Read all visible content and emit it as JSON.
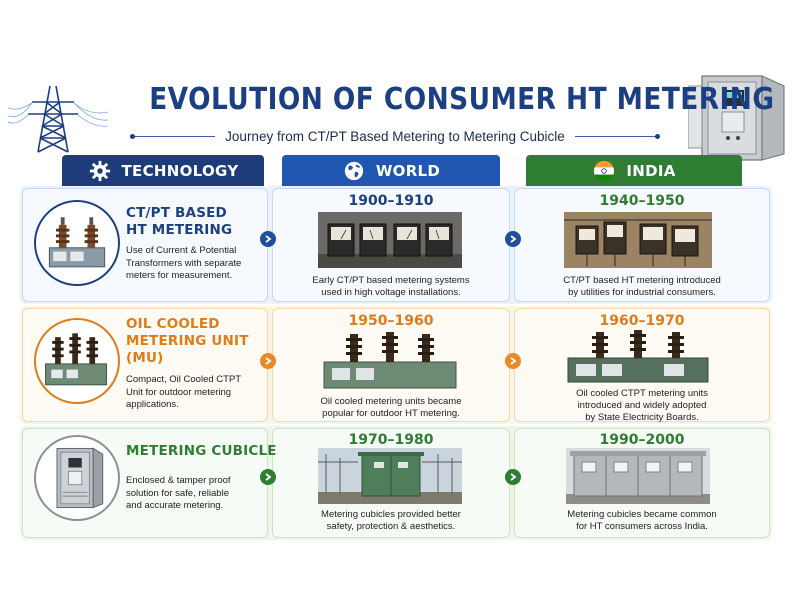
{
  "header": {
    "title": "EVOLUTION OF CONSUMER HT METERING",
    "subtitle": "Journey from CT/PT Based Metering to Metering Cubicle"
  },
  "columns": [
    {
      "label": "TECHNOLOGY",
      "icon": "gear-icon",
      "color": "#1f3c7a"
    },
    {
      "label": "WORLD",
      "icon": "globe-icon",
      "color": "#2157b0"
    },
    {
      "label": "INDIA",
      "icon": "india-flag-icon",
      "color": "#2e7d32"
    }
  ],
  "rows": [
    {
      "technology": {
        "heading_lines": [
          "CT/PT BASED",
          "HT METERING"
        ],
        "description_lines": [
          "Use of Current & Potential",
          "Transformers with separate",
          "meters for measurement."
        ],
        "color": "#1b3f80"
      },
      "world": {
        "years": "1900–1910",
        "caption_lines": [
          "Early CT/PT based metering systems",
          "used in high voltage installations."
        ]
      },
      "india": {
        "years": "1940–1950",
        "caption_lines": [
          "CT/PT based HT metering introduced",
          "by utilities for industrial consumers."
        ]
      },
      "accent": "#1f4e9a"
    },
    {
      "technology": {
        "heading_lines": [
          "OIL COOLED",
          "METERING UNIT",
          "(MU)"
        ],
        "description_lines": [
          "Compact, Oil Cooled CTPT",
          "Unit for outdoor metering",
          "applications."
        ],
        "color": "#e07b1a"
      },
      "world": {
        "years": "1950–1960",
        "caption_lines": [
          "Oil cooled metering units became",
          "popular for outdoor HT metering."
        ]
      },
      "india": {
        "years": "1960–1970",
        "caption_lines": [
          "Oil cooled CTPT metering units",
          "introduced and widely adopted",
          "by State Electricity Boards."
        ]
      },
      "accent": "#e8892a"
    },
    {
      "technology": {
        "heading_lines": [
          "METERING CUBICLE"
        ],
        "description_lines": [
          "Enclosed & tamper proof",
          "solution for safe, reliable",
          "and accurate metering."
        ],
        "color": "#2e7d32"
      },
      "world": {
        "years": "1970–1980",
        "caption_lines": [
          "Metering cubicles provided better",
          "safety, protection & aesthetics."
        ]
      },
      "india": {
        "years": "1990–2000",
        "caption_lines": [
          "Metering cubicles became common",
          "for HT consumers across India."
        ]
      },
      "accent": "#2e7d32"
    }
  ]
}
